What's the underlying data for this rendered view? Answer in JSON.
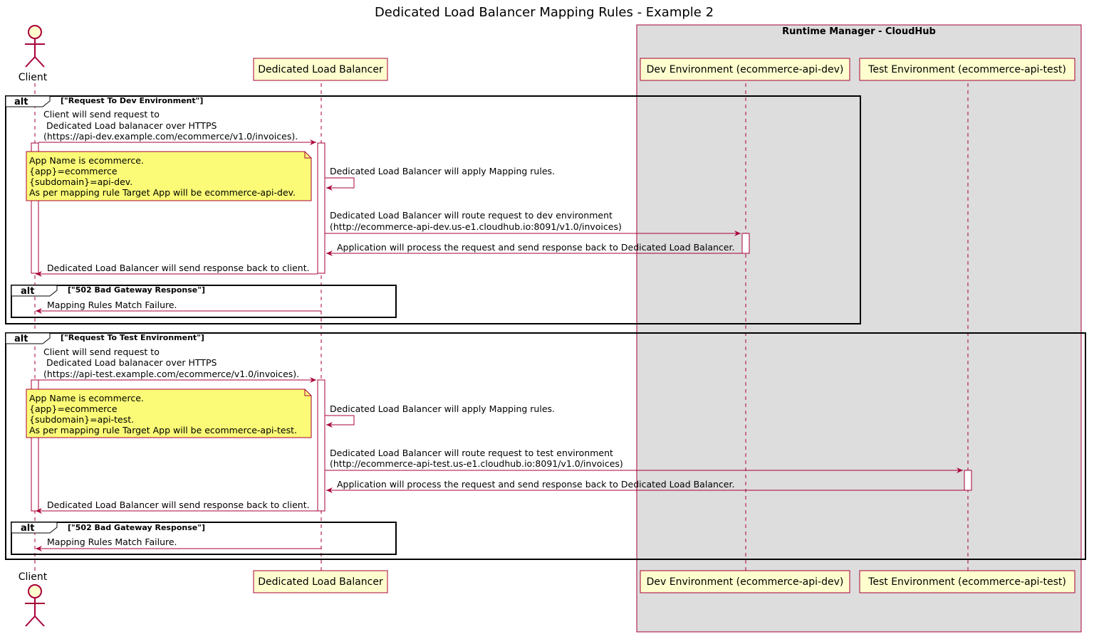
{
  "title": "Dedicated Load Balancer Mapping Rules - Example 2",
  "box": {
    "label": "Runtime Manager - CloudHub"
  },
  "participants": {
    "client": "Client",
    "dlb": "Dedicated Load Balancer",
    "dev": "Dev Environment (ecommerce-api-dev)",
    "test": "Test Environment (ecommerce-api-test)"
  },
  "sections": [
    {
      "tag": "alt",
      "guard": "[\"Request To Dev Environment\"]",
      "request_lines": [
        "Client will send request to",
        " Dedicated Load balanacer over HTTPS",
        "(https://api-dev.example.com/ecommerce/v1.0/invoices)."
      ],
      "note_lines": [
        "App Name is ecommerce.",
        "{app}=ecommerce",
        "{subdomain}=api-dev.",
        "As per mapping rule Target App will be ecommerce-api-dev."
      ],
      "self_msg": "Dedicated Load Balancer will apply Mapping rules.",
      "route_lines": [
        "Dedicated Load Balancer will route request to dev environment",
        "(http://ecommerce-api-dev.us-e1.cloudhub.io:8091/v1.0/invoices)"
      ],
      "process_msg": "Application will process the request and send response back to Dedicated Load Balancer.",
      "response_msg": "Dedicated Load Balancer will send response back to client.",
      "inner_tag": "alt",
      "inner_guard": "[\"502 Bad Gateway Response\"]",
      "failure_msg": "Mapping Rules Match Failure."
    },
    {
      "tag": "alt",
      "guard": "[\"Request To Test Environment\"]",
      "request_lines": [
        "Client will send request to",
        " Dedicated Load balanacer over HTTPS",
        "(https://api-test.example.com/ecommerce/v1.0/invoices)."
      ],
      "note_lines": [
        "App Name is ecommerce.",
        "{app}=ecommerce",
        "{subdomain}=api-test.",
        "As per mapping rule Target App will be ecommerce-api-test."
      ],
      "self_msg": "Dedicated Load Balancer will apply Mapping rules.",
      "route_lines": [
        "Dedicated Load Balancer will route request to test environment",
        "(http://ecommerce-api-test.us-e1.cloudhub.io:8091/v1.0/invoices)"
      ],
      "process_msg": "Application will process the request and send response back to Dedicated Load Balancer.",
      "response_msg": "Dedicated Load Balancer will send response back to client.",
      "inner_tag": "alt",
      "inner_guard": "[\"502 Bad Gateway Response\"]",
      "failure_msg": "Mapping Rules Match Failure."
    }
  ],
  "colors": {
    "lifeline": "#A80036",
    "participant_fill": "#FEFECE",
    "note_fill": "#FBFB77",
    "box_fill": "#DDDDDD"
  }
}
